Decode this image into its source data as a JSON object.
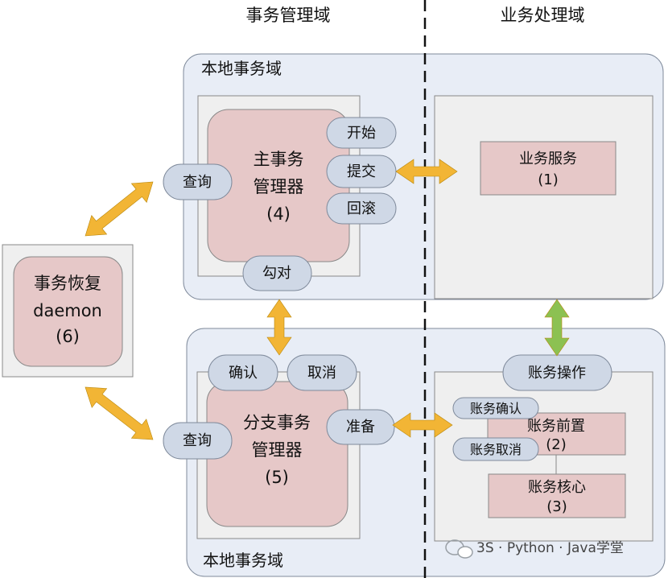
{
  "header": {
    "left_domain": "事务管理域",
    "right_domain": "业务处理域"
  },
  "local_domain_top": {
    "title": "本地事务域"
  },
  "local_domain_bottom": {
    "title": "本地事务域"
  },
  "main_tm": {
    "line1": "主事务",
    "line2": "管理器",
    "num": "(4)",
    "pill_start": "开始",
    "pill_commit": "提交",
    "pill_rollback": "回滚",
    "pill_query": "查询",
    "pill_reconcile": "勾对"
  },
  "branch_tm": {
    "line1": "分支事务",
    "line2": "管理器",
    "num": "(5)",
    "pill_confirm": "确认",
    "pill_cancel": "取消",
    "pill_prepare": "准备",
    "pill_query": "查询"
  },
  "recovery": {
    "line1": "事务恢复",
    "line2": "daemon",
    "num": "(6)"
  },
  "biz_service": {
    "line1": "业务服务",
    "num": "(1)"
  },
  "account_ops": {
    "title": "账务操作",
    "pill_confirm": "账务确认",
    "pill_cancel": "账务取消",
    "front_line1": "账务前置",
    "front_num": "(2)",
    "core_line1": "账务核心",
    "core_num": "(3)"
  },
  "watermark": {
    "text": "3S · Python · Java学堂"
  },
  "colors": {
    "domain_fill": "#e8edf6",
    "panel_fill": "#efefef",
    "box_pink": "#e6c8c8",
    "pill_fill": "#cfd8e6",
    "arrow_orange": "#f2b535",
    "arrow_green": "#8cc152"
  }
}
